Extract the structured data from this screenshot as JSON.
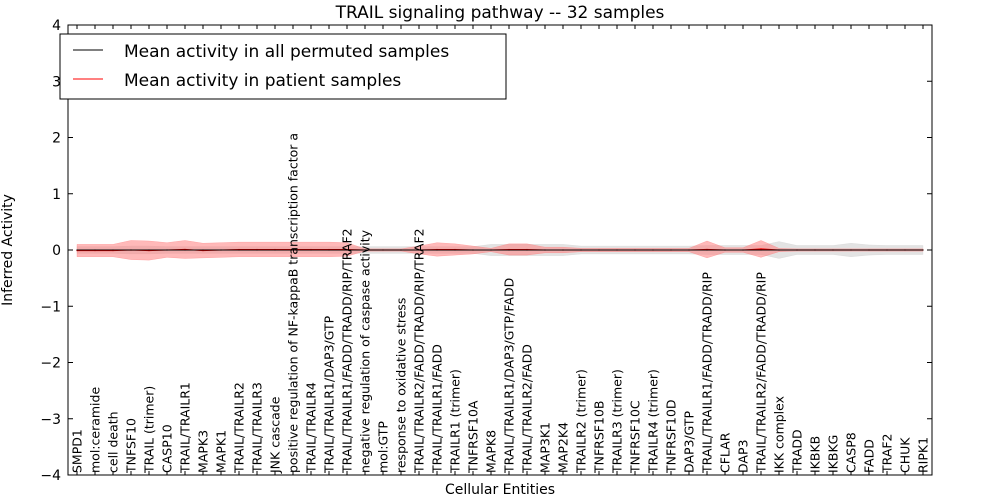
{
  "chart_data": {
    "type": "line",
    "title": "TRAIL signaling pathway -- 32 samples",
    "xlabel": "Cellular Entities",
    "ylabel": "Inferred Activity",
    "ylim": [
      -4,
      4
    ],
    "yticks": [
      "4",
      "3",
      "2",
      "1",
      "0",
      "−1",
      "−2",
      "−3",
      "−4"
    ],
    "grid": false,
    "legend_position": "top-left",
    "categories": [
      "SMPD1",
      "mol:ceramide",
      "cell death",
      "TNFSF10",
      "TRAIL (trimer)",
      "CASP10",
      "TRAIL/TRAILR1",
      "MAPK3",
      "MAPK1",
      "TRAIL/TRAILR2",
      "TRAIL/TRAILR3",
      "JNK cascade",
      "positive regulation of NF-kappaB transcription factor a",
      "TRAIL/TRAILR4",
      "TRAIL/TRAILR1/DAP3/GTP",
      "TRAIL/TRAILR1/FADD/TRADD/RIP/TRAF2",
      "negative regulation of caspase activity",
      "mol:GTP",
      "response to oxidative stress",
      "TRAIL/TRAILR2/FADD/TRADD/RIP/TRAF2",
      "TRAIL/TRAILR1/FADD",
      "TRAILR1 (trimer)",
      "TNFRSF10A",
      "MAPK8",
      "TRAIL/TRAILR1/DAP3/GTP/FADD",
      "TRAIL/TRAILR2/FADD",
      "MAP3K1",
      "MAP2K4",
      "TRAILR2 (trimer)",
      "TNFRSF10B",
      "TRAILR3 (trimer)",
      "TNFRSF10C",
      "TRAILR4 (trimer)",
      "TNFRSF10D",
      "DAP3/GTP",
      "TRAIL/TRAILR1/FADD/TRADD/RIP",
      "CFLAR",
      "DAP3",
      "TRAIL/TRAILR2/FADD/TRADD/RIP",
      "IKK complex",
      "TRADD",
      "IKBKB",
      "IKBKG",
      "CASP8",
      "FADD",
      "TRAF2",
      "CHUK",
      "RIPK1"
    ],
    "series": [
      {
        "name": "Mean activity in all permuted samples",
        "color": "#000000",
        "band_color": "#d0d0d0",
        "values": [
          0,
          0,
          0,
          0,
          0,
          0,
          0,
          0,
          0,
          0,
          0,
          0,
          0,
          0,
          0,
          0,
          0,
          0,
          0,
          0,
          0,
          0,
          0,
          0,
          0,
          0,
          0,
          0,
          0,
          0,
          0,
          0,
          0,
          0,
          0,
          0,
          0,
          0,
          0,
          0,
          0,
          0,
          0,
          0,
          0,
          0,
          0,
          0
        ],
        "band": [
          0.06,
          0.06,
          0.06,
          0.07,
          0.07,
          0.06,
          0.06,
          0.06,
          0.06,
          0.06,
          0.06,
          0.06,
          0.06,
          0.06,
          0.06,
          0.06,
          0.06,
          0.06,
          0.06,
          0.06,
          0.06,
          0.06,
          0.06,
          0.1,
          0.1,
          0.1,
          0.1,
          0.1,
          0.07,
          0.07,
          0.07,
          0.07,
          0.07,
          0.07,
          0.07,
          0.08,
          0.08,
          0.08,
          0.08,
          0.15,
          0.08,
          0.08,
          0.08,
          0.12,
          0.09,
          0.08,
          0.08,
          0.08
        ]
      },
      {
        "name": "Mean activity in patient samples",
        "color": "#ff0000",
        "band_color": "#ff8080",
        "values": [
          -0.01,
          -0.01,
          -0.01,
          0.0,
          -0.01,
          0.0,
          0.01,
          -0.01,
          0.0,
          0.01,
          0.01,
          0.01,
          0.01,
          0.01,
          0.01,
          0.01,
          0.0,
          0.0,
          0.0,
          0.0,
          0.01,
          0.01,
          0.0,
          0.0,
          0.01,
          0.01,
          0.0,
          0.0,
          0.0,
          0.0,
          0.0,
          0.0,
          0.0,
          0.0,
          0.0,
          0.01,
          0.0,
          0.0,
          0.02,
          0.0,
          0.0,
          0.0,
          0.0,
          0.0,
          0.0,
          0.0,
          0.0,
          0.0
        ],
        "band": [
          0.11,
          0.11,
          0.11,
          0.17,
          0.17,
          0.13,
          0.16,
          0.13,
          0.13,
          0.13,
          0.13,
          0.13,
          0.13,
          0.13,
          0.13,
          0.12,
          0.02,
          0.02,
          0.02,
          0.07,
          0.12,
          0.1,
          0.07,
          0.03,
          0.1,
          0.1,
          0.05,
          0.05,
          0.03,
          0.03,
          0.03,
          0.03,
          0.03,
          0.03,
          0.03,
          0.15,
          0.04,
          0.04,
          0.15,
          0.03,
          0.02,
          0.02,
          0.02,
          0.02,
          0.02,
          0.02,
          0.02,
          0.02
        ]
      }
    ]
  }
}
